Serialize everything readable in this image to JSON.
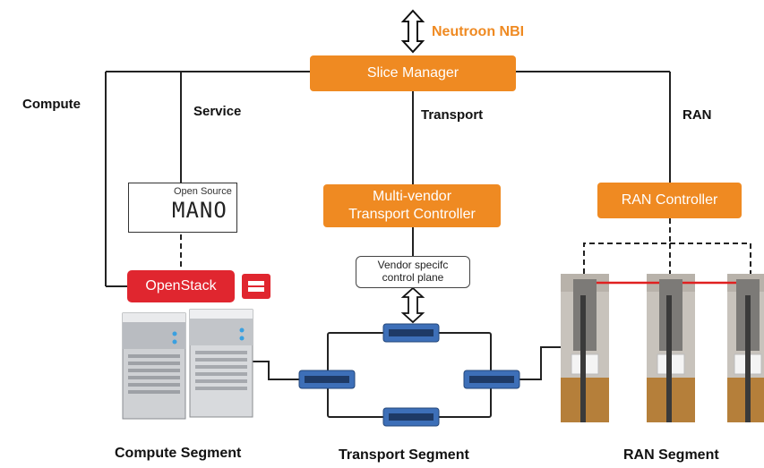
{
  "nbi": {
    "label": "Neutroon NBI"
  },
  "slice_manager": {
    "label": "Slice Manager"
  },
  "branches": {
    "compute": "Compute",
    "service": "Service",
    "transport": "Transport",
    "ran": "RAN"
  },
  "mano": {
    "top_text": "Open Source",
    "big_text": "MANO"
  },
  "openstack": {
    "label": "OpenStack"
  },
  "transport_controller": {
    "line1": "Multi-vendor",
    "line2": "Transport Controller"
  },
  "vendor_plane": {
    "line1": "Vendor specifc",
    "line2": "control plane"
  },
  "ran_controller": {
    "label": "RAN Controller"
  },
  "segments": {
    "compute": "Compute Segment",
    "transport": "Transport Segment",
    "ran": "RAN Segment"
  },
  "colors": {
    "accent": "#ef8a22",
    "openstack": "#e0262f",
    "switch": "#3d6fb8",
    "radio_link": "#e02020"
  },
  "icons": [
    "bidirectional-arrow-icon",
    "mano-logo-icon",
    "openstack-logo-icon",
    "server-icon",
    "network-switch-icon",
    "radio-unit-photo"
  ]
}
